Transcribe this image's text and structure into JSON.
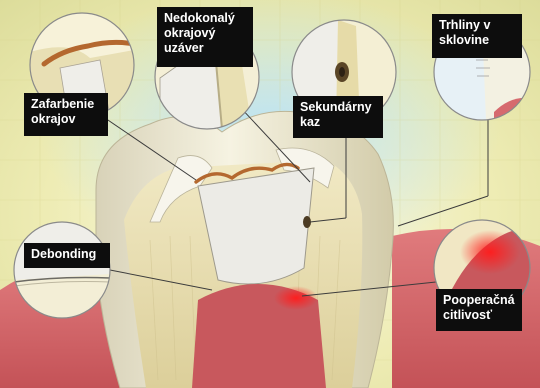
{
  "labels": {
    "marginal_staining": "Zafarbenie\nokrajov",
    "incomplete_marginal_seal": "Nedokonalý\nokrajový\nuzáver",
    "secondary_caries": "Sekundárny\nkaz",
    "enamel_cracks": "Trhliny v\nsklovine",
    "debonding": "Debonding",
    "postoperative_sensitivity": "Pooperačná\ncitlivosť"
  },
  "colors": {
    "label_background": "#0d0d0d",
    "label_text": "#ffffff",
    "background_yellow": "#e9e6a8",
    "background_blue": "#bfe3f3",
    "enamel": "#f1edd8",
    "dentin": "#e6dcb2",
    "restoration": "#ecebe6",
    "pulp": "#c85a5e",
    "gum": "#d66a6e",
    "stain": "#b4682f",
    "inflammation": "#ff2a2a"
  }
}
